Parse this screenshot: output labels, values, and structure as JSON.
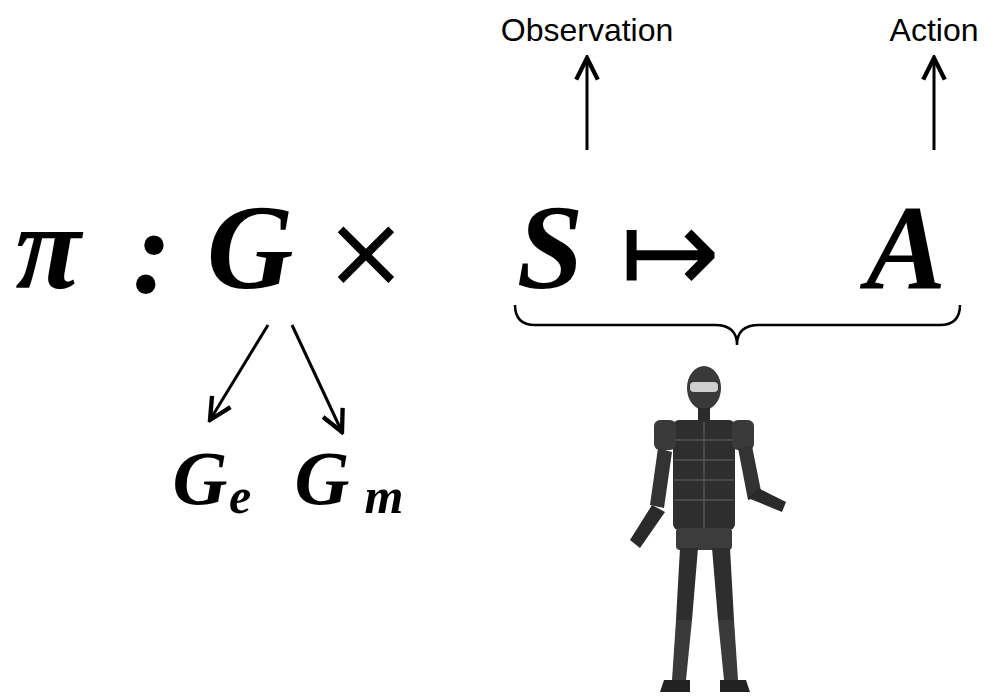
{
  "diagram": {
    "labels": [
      "π",
      ":",
      "G",
      "×",
      "S",
      "↦",
      "A",
      "Observation",
      "Action",
      "G",
      "e",
      "G",
      "m"
    ]
  }
}
